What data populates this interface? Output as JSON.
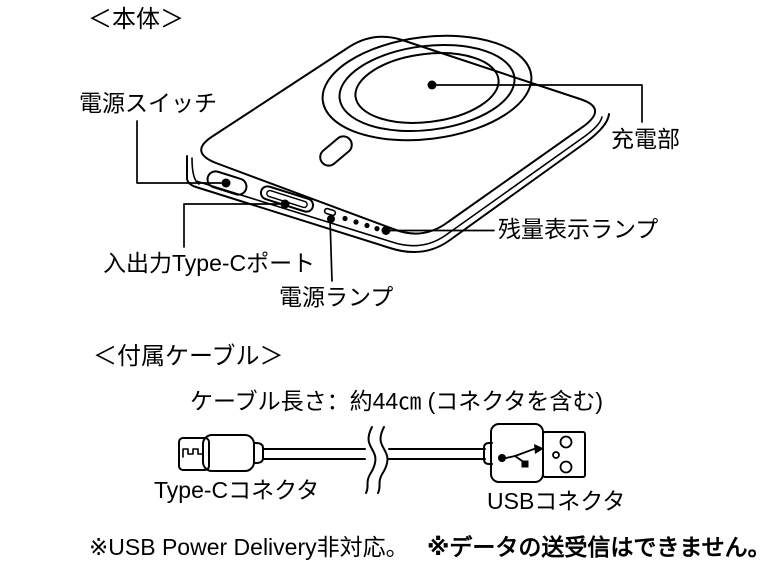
{
  "page": {
    "background": "#ffffff",
    "ink": "#000000"
  },
  "body_section": {
    "heading": "＜本体＞",
    "labels": {
      "power_switch": "電源スイッチ",
      "charging_area": "充電部",
      "battery_indicator": "残量表示ランプ",
      "io_typec_port": "入出力Type-Cポート",
      "power_lamp": "電源ランプ"
    }
  },
  "cable_section": {
    "heading": "＜付属ケーブル＞",
    "length_note": "ケーブル長さ：約44㎝ (コネクタを含む)",
    "labels": {
      "typec_connector": "Type-Cコネクタ",
      "usb_connector": "USBコネクタ"
    }
  },
  "footnotes": {
    "usb_pd": "※USB Power Delivery非対応。",
    "data_transfer": "※データの送受信はできません。"
  }
}
